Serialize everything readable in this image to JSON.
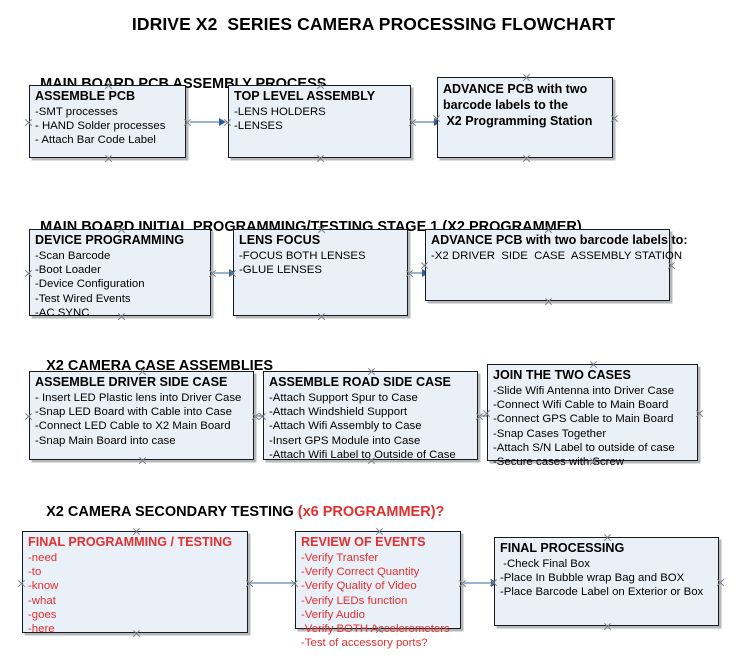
{
  "document": {
    "title": "IDRIVE X2  SERIES CAMERA PROCESSING FLOWCHART"
  },
  "theme": {
    "node_fill": "#eaf0f8",
    "node_border": "#1a1a1a",
    "connector": "#9ab4cd",
    "arrowhead": "#2f5c9e",
    "text": "#000000",
    "accent_red": "#e03030"
  },
  "sections": [
    {
      "id": "main-board-pcb-assembly",
      "heading": "MAIN BOARD PCB ASSEMBLY PROCESS",
      "heading_accent": ""
    },
    {
      "id": "main-board-initial-programming",
      "heading": "MAIN BOARD INITIAL PROGRAMMING/TESTING STAGE 1 (X2 PROGRAMMER)",
      "heading_accent": ""
    },
    {
      "id": "x2-camera-case-assemblies",
      "heading": "X2 CAMERA CASE ASSEMBLIES",
      "heading_accent": ""
    },
    {
      "id": "x2-camera-secondary-testing",
      "heading": "X2 CAMERA SECONDARY TESTING ",
      "heading_accent": "(x6 PROGRAMMER)?"
    }
  ],
  "nodes": {
    "assemble_pcb": {
      "title": "ASSEMBLE PCB",
      "items": [
        "-SMT processes",
        "- HAND Solder processes",
        "- Attach Bar Code Label"
      ]
    },
    "top_level_assembly": {
      "title": "TOP LEVEL ASSEMBLY",
      "items": [
        "-LENS HOLDERS",
        "-LENSES"
      ]
    },
    "advance_pcb_programming_station": {
      "title": "",
      "items": [
        "ADVANCE PCB with two",
        "barcode labels to the",
        " X2 Programming Station"
      ]
    },
    "device_programming": {
      "title": "DEVICE PROGRAMMING",
      "items": [
        "-Scan Barcode",
        "-Boot Loader",
        "-Device Configuration",
        "-Test Wired Events",
        "-AC SYNC"
      ]
    },
    "lens_focus": {
      "title": "LENS FOCUS",
      "items": [
        "-FOCUS BOTH LENSES",
        "-GLUE LENSES"
      ]
    },
    "advance_pcb_driver_side": {
      "title": "ADVANCE PCB with two barcode labels to:",
      "items": [
        "-X2 DRIVER  SIDE  CASE  ASSEMBLY STATION"
      ]
    },
    "assemble_driver_side_case": {
      "title": "ASSEMBLE DRIVER SIDE CASE",
      "items": [
        "- Insert LED Plastic lens into Driver Case",
        "-Snap LED Board with Cable into Case",
        "-Connect LED Cable to X2 Main Board",
        "-Snap Main Board into case"
      ]
    },
    "assemble_road_side_case": {
      "title": "ASSEMBLE ROAD SIDE CASE",
      "items": [
        "-Attach Support Spur to Case",
        "-Attach Windshield Support",
        "-Attach Wifi Assembly to Case",
        "-Insert GPS Module into Case",
        "-Attach Wifi Label to Outside of Case"
      ]
    },
    "join_the_two_cases": {
      "title": "JOIN THE TWO CASES",
      "items": [
        "-Slide Wifi Antenna into Driver Case",
        "-Connect Wifi Cable to Main Board",
        "-Connect GPS Cable to Main Board",
        "-Snap Cases Together",
        "-Attach S/N Label to outside of case",
        "-Secure cases with Screw"
      ]
    },
    "final_programming_testing": {
      "title": "FINAL PROGRAMMING / TESTING",
      "items": [
        "-need",
        "-to",
        "-know",
        "-what",
        "-goes",
        "-here"
      ]
    },
    "review_of_events": {
      "title": "REVIEW OF EVENTS",
      "items": [
        "-Verify Transfer",
        "-Verify Correct Quantity",
        "-Verify Quality of Video",
        "-Verify LEDs function",
        "-Verify Audio",
        "-Verify BOTH Accelerometers",
        "-Test of accessory ports?"
      ]
    },
    "final_processing": {
      "title": "FINAL PROCESSING",
      "items": [
        " -Check Final Box",
        "-Place In Bubble wrap Bag and BOX",
        "-Place Barcode Label on Exterior or Box"
      ]
    }
  }
}
